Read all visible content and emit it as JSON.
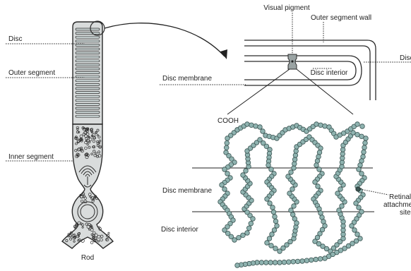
{
  "colors": {
    "bead_fill": "#8fb3b0",
    "bead_stroke": "#3c5553",
    "cell_fill": "#d9dcdc",
    "membrane_fill": "#c9d3d3",
    "ink": "#2b2b2b"
  },
  "rod": {
    "disc_label": "Disc",
    "outer_segment_label": "Outer segment",
    "inner_segment_label": "Inner segment",
    "rod_label": "Rod"
  },
  "zoom": {
    "visual_pigment_label": "Visual pigment",
    "outer_segment_wall_label": "Outer segment wall",
    "disc_right_label": "Disc",
    "disc_membrane_label": "Disc membrane",
    "disc_interior_label": "Disc interior"
  },
  "protein": {
    "cooh_label": "COOH",
    "disc_membrane_label": "Disc membrane",
    "disc_interior_label": "Disc interior",
    "retinal_label_line1": "Retinal",
    "retinal_label_line2": "attachment",
    "retinal_label_line3": "site"
  }
}
